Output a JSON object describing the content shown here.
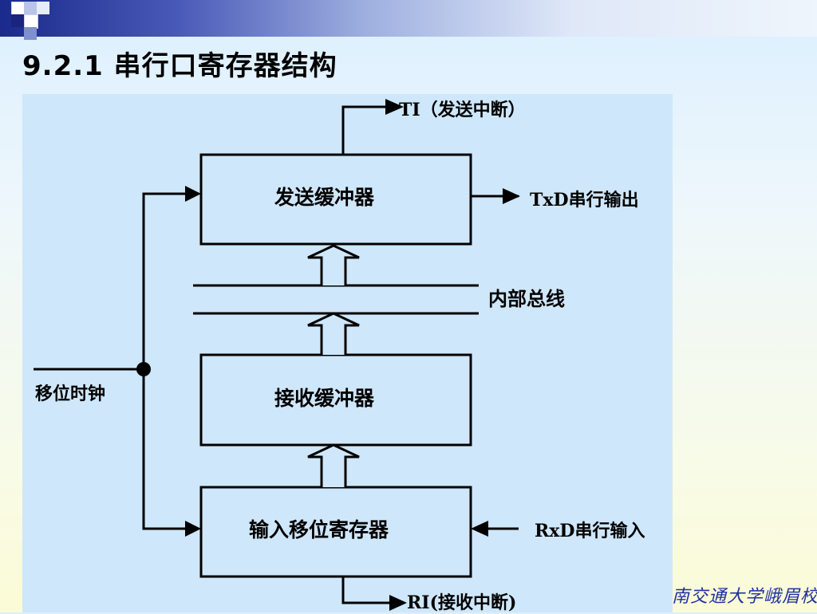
{
  "title": "9.2.1 串行口寄存器结构",
  "diagram": {
    "blocks": {
      "send_buffer": "发送缓冲器",
      "receive_buffer": "接收缓冲器",
      "input_shift_register": "输入移位寄存器"
    },
    "signals": {
      "ti": "TI（发送中断）",
      "txd": "TxD串行输出",
      "internal_bus": "内部总线",
      "shift_clock": "移位时钟",
      "rxd": "RxD串行输入",
      "ri": "RI(接收中断)"
    }
  },
  "footer": {
    "logo": "南交通大学峨眉校区"
  },
  "colors": {
    "panel": "#cfe7fa",
    "stroke": "#000000",
    "logo": "#1e2fa0"
  }
}
